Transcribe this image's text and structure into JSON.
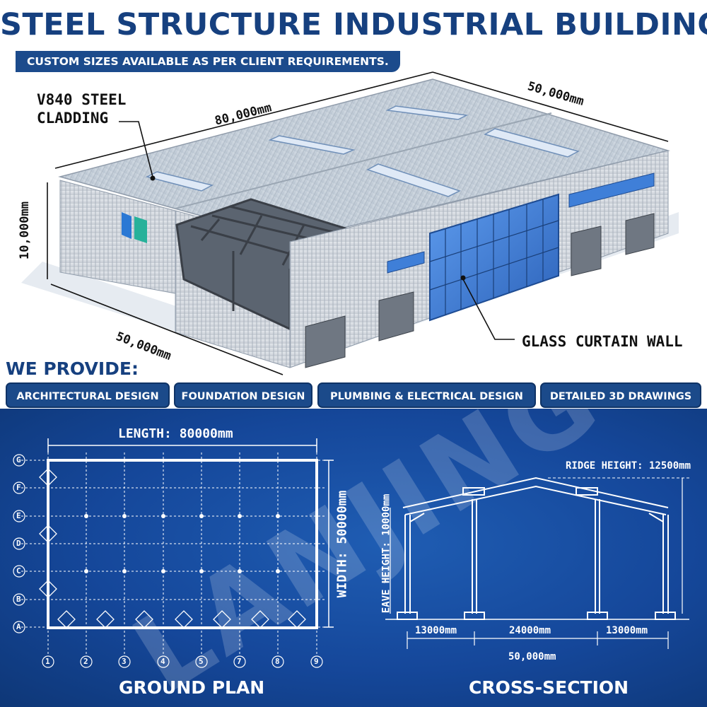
{
  "header": {
    "title": "STEEL STRUCTURE INDUSTRIAL BUILDING",
    "subtitle": "CUSTOM SIZES AVAILABLE AS PER CLIENT REQUIREMENTS."
  },
  "building": {
    "cladding_label_line1": "V840 STEEL",
    "cladding_label_line2": "CLADDING",
    "glass_label": "GLASS CURTAIN WALL",
    "length_label": "80,000mm",
    "width_top_label": "50,000mm",
    "width_bottom_label": "50,000mm",
    "height_label": "10,000mm"
  },
  "services": {
    "heading": "WE PROVIDE:",
    "items": [
      "ARCHITECTURAL DESIGN",
      "FOUNDATION DESIGN",
      "PLUMBING & ELECTRICAL DESIGN",
      "DETAILED 3D DRAWINGS"
    ]
  },
  "ground_plan": {
    "caption": "GROUND PLAN",
    "length_label": "LENGTH: 80000mm",
    "width_label": "WIDTH: 50000mm",
    "row_labels": [
      "G",
      "F",
      "E",
      "D",
      "C",
      "B",
      "A"
    ],
    "column_labels": [
      "1",
      "2",
      "3",
      "4",
      "5",
      "7",
      "8",
      "9"
    ]
  },
  "cross_section": {
    "caption": "CROSS-SECTION",
    "ridge_label": "RIDGE HEIGHT: 12500mm",
    "eave_label": "EAVE HEIGHT: 10000mm",
    "span_labels": [
      "13000mm",
      "24000mm",
      "13000mm"
    ],
    "total_label": "50,000mm"
  },
  "watermark": "LANJING",
  "colors": {
    "brand_blue": "#16407f",
    "blueprint_blue": "#15479a",
    "roof_gray": "#c4cdd6",
    "glass_blue": "#3f7fd8"
  }
}
